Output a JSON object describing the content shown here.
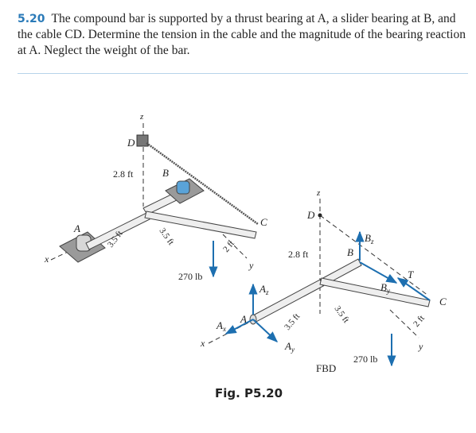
{
  "problem": {
    "number": "5.20",
    "text": "The compound bar is supported by a thrust bearing at A, a slider bearing at B, and the cable CD. Determine the tension in the cable and the magnitude of the bearing reaction at A. Neglect the weight of the bar."
  },
  "figure": {
    "caption": "Fig. P5.20",
    "left": {
      "label_z": "z",
      "label_x": "x",
      "label_y": "y",
      "label_A": "A",
      "label_B": "B",
      "label_C": "C",
      "label_D": "D",
      "dim_28": "2.8 ft",
      "dim_35a": "3.5 ft",
      "dim_35b": "3.5 ft",
      "dim_2": "2 ft",
      "load": "270 lb"
    },
    "fbd": {
      "label_z": "z",
      "label_x": "x",
      "label_y": "y",
      "label_D": "D",
      "label_B": "B",
      "label_C": "C",
      "label_A": "A",
      "force_Az": "A",
      "force_Az_sub": "z",
      "force_Ax": "A",
      "force_Ax_sub": "x",
      "force_Ay": "A",
      "force_Ay_sub": "y",
      "force_Bz": "B",
      "force_Bz_sub": "z",
      "force_By": "B",
      "force_By_sub": "y",
      "tension": "T",
      "dim_28": "2.8 ft",
      "dim_35a": "3.5 ft",
      "dim_35b": "3.5 ft",
      "dim_2": "2 ft",
      "load": "270 lb",
      "title": "FBD"
    }
  }
}
